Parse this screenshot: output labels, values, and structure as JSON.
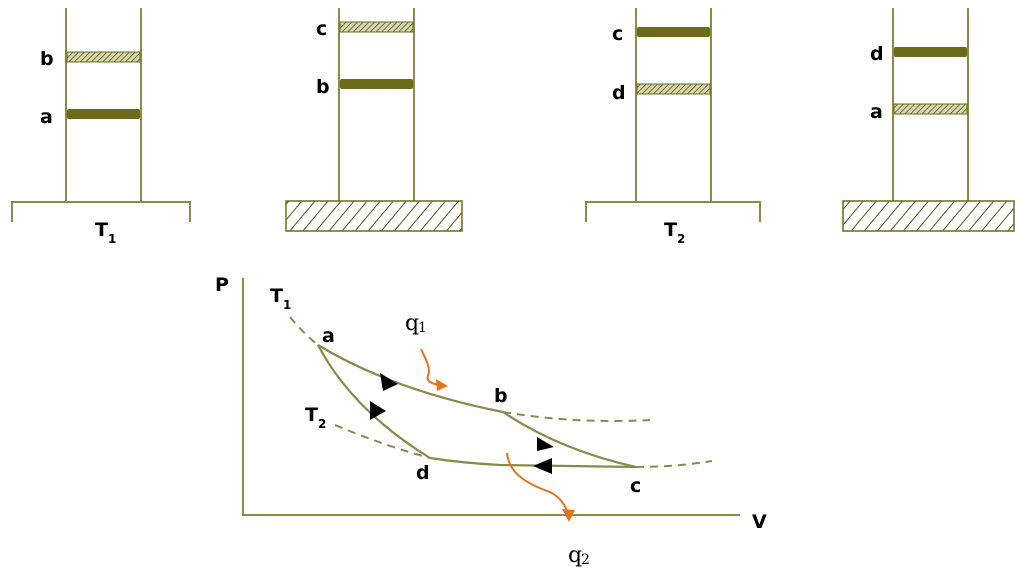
{
  "colors": {
    "line": "#8a8a4a",
    "piston": "#6b6b1a",
    "hatch": "#555520",
    "heat_arrow": "#e2731f",
    "arrowhead": "#000000"
  },
  "panels": [
    {
      "reservoir": "T",
      "reservoir_sub": "1",
      "top_piston": "b",
      "bottom_piston": "a"
    },
    {
      "reservoir": "",
      "reservoir_sub": "",
      "top_piston": "c",
      "bottom_piston": "b"
    },
    {
      "reservoir": "T",
      "reservoir_sub": "2",
      "top_piston": "c",
      "bottom_piston": "d"
    },
    {
      "reservoir": "",
      "reservoir_sub": "",
      "top_piston": "d",
      "bottom_piston": "a"
    }
  ],
  "pv": {
    "y_axis": "P",
    "x_axis": "V",
    "isotherm_hot": {
      "name": "T",
      "sub": "1"
    },
    "isotherm_cold": {
      "name": "T",
      "sub": "2"
    },
    "points": [
      "a",
      "b",
      "c",
      "d"
    ],
    "heat_in": {
      "name": "q",
      "sub": "1"
    },
    "heat_out": {
      "name": "q",
      "sub": "2"
    }
  }
}
